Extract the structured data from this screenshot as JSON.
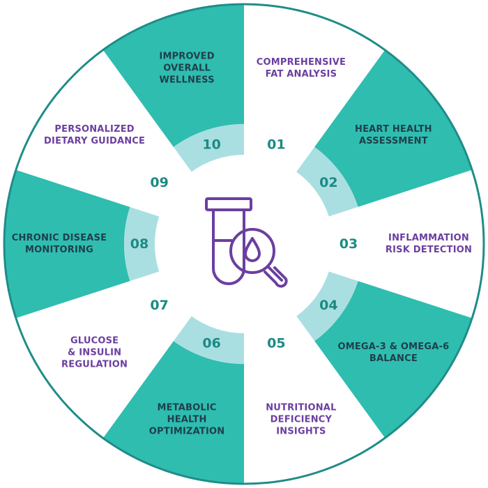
{
  "colors": {
    "teal": "#2fbdb0",
    "light_teal": "#aadfe2",
    "white": "#ffffff",
    "border": "#1f8c88",
    "number": "#1c8a84",
    "label_dark": "#1e3f4a",
    "label_purple": "#6b3fa0",
    "icon": "#6b3fa0"
  },
  "center_icon": "test-tube-magnifier-drop-icon",
  "segments": [
    {
      "number": "01",
      "lines": [
        "COMPREHENSIVE",
        "FAT ANALYSIS"
      ],
      "fill": "white"
    },
    {
      "number": "02",
      "lines": [
        "HEART HEALTH",
        "ASSESSMENT"
      ],
      "fill": "teal"
    },
    {
      "number": "03",
      "lines": [
        "INFLAMMATION",
        "RISK DETECTION"
      ],
      "fill": "white"
    },
    {
      "number": "04",
      "lines": [
        "OMEGA-3 & OMEGA-6",
        "BALANCE"
      ],
      "fill": "teal"
    },
    {
      "number": "05",
      "lines": [
        "NUTRITIONAL",
        "DEFICIENCY",
        "INSIGHTS"
      ],
      "fill": "white"
    },
    {
      "number": "06",
      "lines": [
        "METABOLIC",
        "HEALTH",
        "OPTIMIZATION"
      ],
      "fill": "teal"
    },
    {
      "number": "07",
      "lines": [
        "GLUCOSE",
        "& INSULIN",
        "REGULATION"
      ],
      "fill": "white"
    },
    {
      "number": "08",
      "lines": [
        "CHRONIC DISEASE",
        "MONITORING"
      ],
      "fill": "teal"
    },
    {
      "number": "09",
      "lines": [
        "PERSONALIZED",
        "DIETARY GUIDANCE"
      ],
      "fill": "white"
    },
    {
      "number": "10",
      "lines": [
        "IMPROVED",
        "OVERALL",
        "WELLNESS"
      ],
      "fill": "teal"
    }
  ]
}
